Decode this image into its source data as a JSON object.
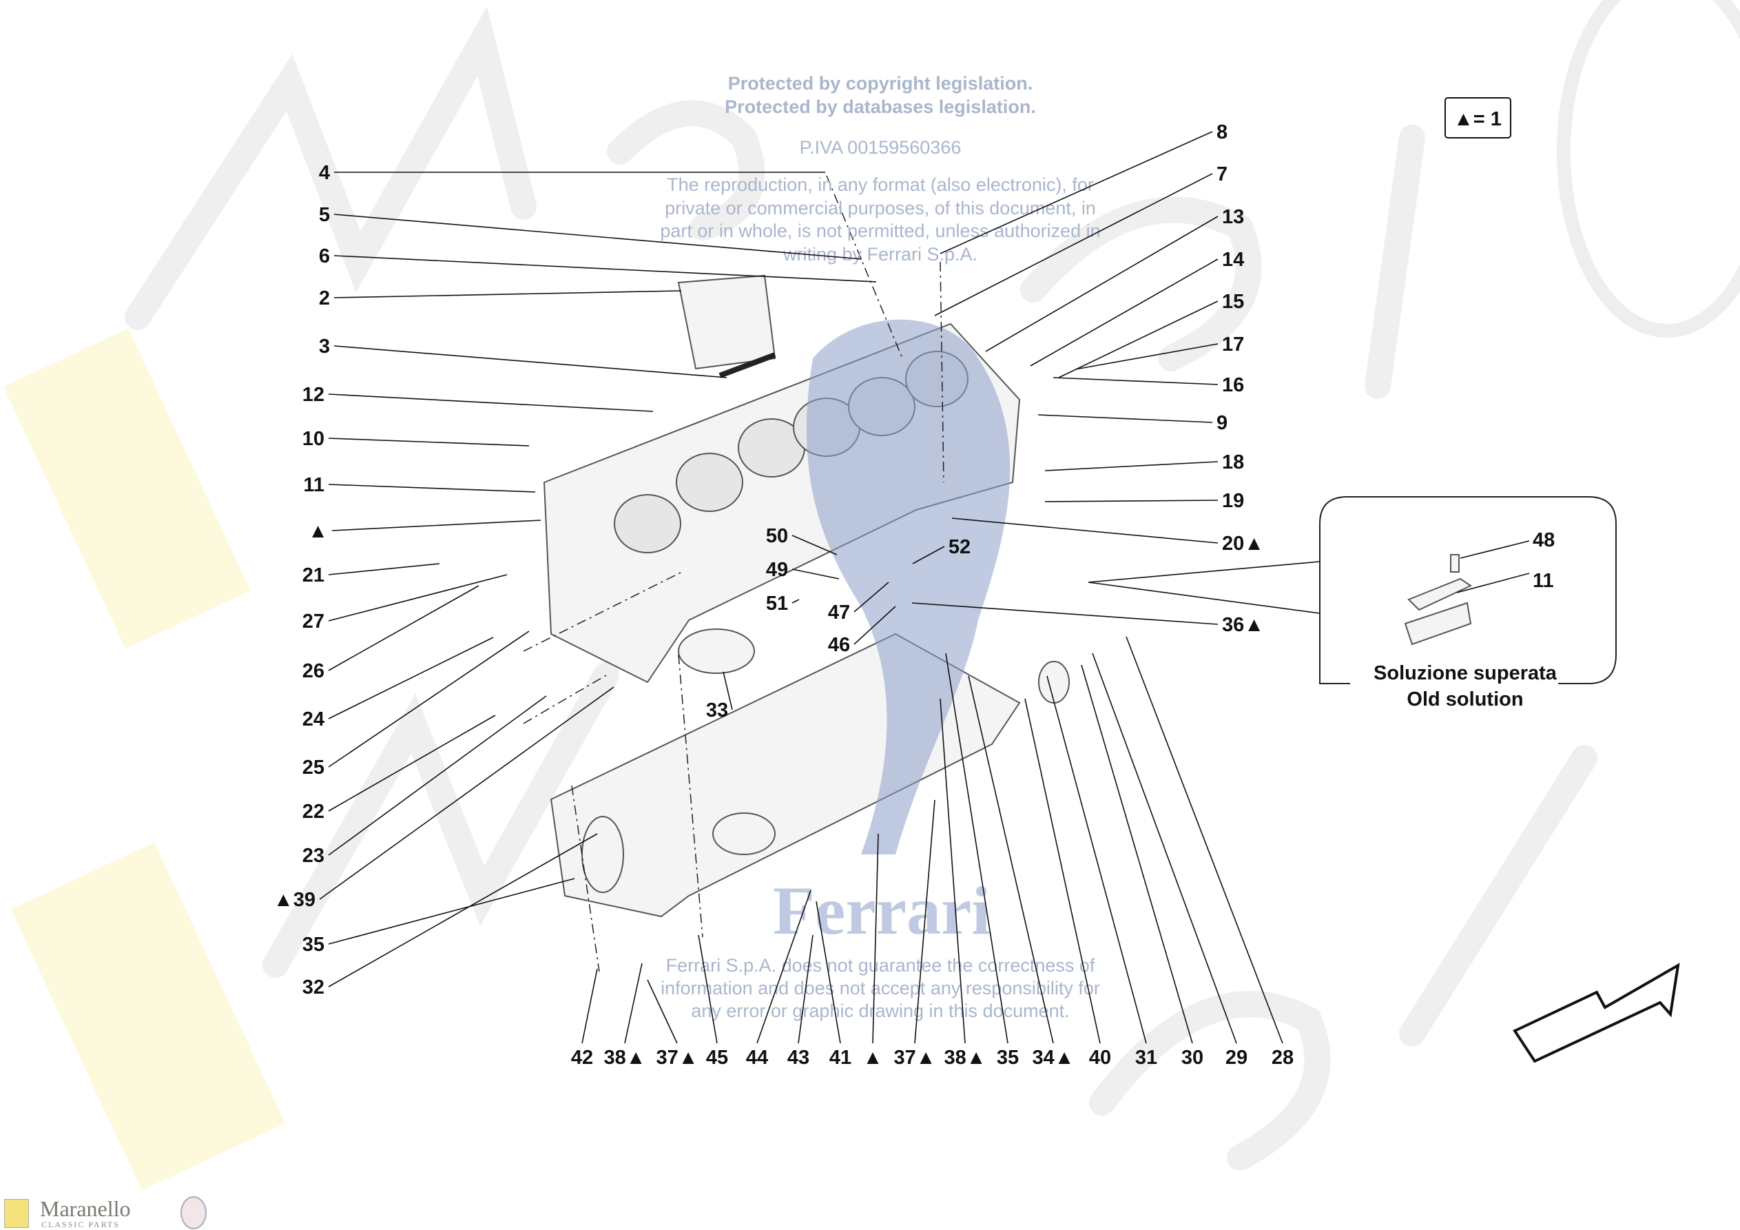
{
  "watermark": {
    "top_lines": [
      "Protected by copyright legislation.",
      "Protected by databases legislation."
    ],
    "piva": "P.IVA 00159560366",
    "reproduction_lines": [
      "The reproduction, in any format (also electronic), for",
      "private or commercial purposes, of this document, in",
      "part or in whole, is not permitted, unless authorized in",
      "writing by Ferrari S.p.A."
    ],
    "disclaimer_lines": [
      "Ferrari S.p.A. does not guarantee the correctness of",
      "information and does not accept any responsibility for",
      "any error or graphic drawing in this document."
    ],
    "brand_text": "Ferrari",
    "background_text": [
      "Maranello",
      "CLASSIC PARTS"
    ]
  },
  "legend": {
    "text": "▲= 1"
  },
  "callouts": {
    "left": [
      "4",
      "5",
      "6",
      "2",
      "3",
      "12",
      "10",
      "11",
      "▲",
      "21",
      "27",
      "26",
      "24",
      "25",
      "22",
      "23",
      "▲39",
      "35",
      "32"
    ],
    "right": [
      "8",
      "7",
      "13",
      "14",
      "15",
      "17",
      "16",
      "9",
      "18",
      "19",
      "20▲",
      "36▲"
    ],
    "inner": [
      "50",
      "49",
      "51",
      "52",
      "47",
      "46",
      "33"
    ],
    "bottom": [
      "42",
      "38▲",
      "37▲",
      "45",
      "44",
      "43",
      "41",
      "▲",
      "37▲",
      "38▲",
      "35",
      "34▲",
      "40",
      "31",
      "30",
      "29",
      "28"
    ]
  },
  "inset": {
    "callouts": [
      "48",
      "11"
    ],
    "caption_it": "Soluzione superata",
    "caption_en": "Old solution"
  },
  "logo": {
    "name": "Maranello",
    "subtitle": "CLASSIC PARTS"
  }
}
